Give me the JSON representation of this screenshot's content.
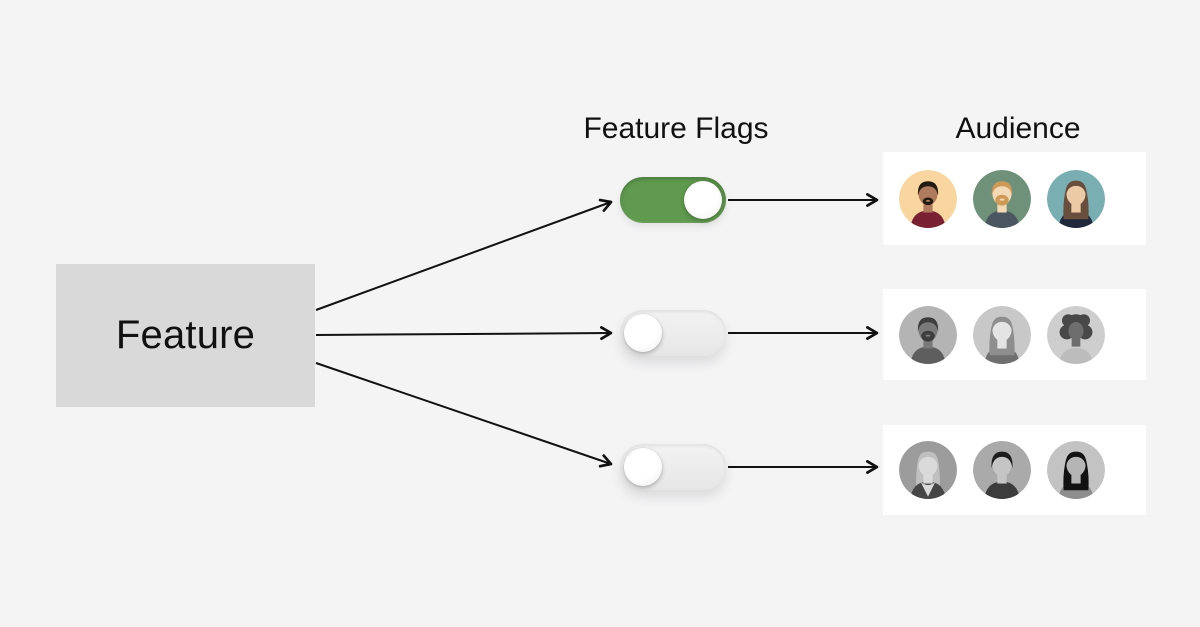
{
  "title": "Feature flags targeting diagram",
  "colors": {
    "background": "#f4f4f5",
    "feature_box_bg": "#d9d9d9",
    "toggle_on_green": "#5f9a4e",
    "toggle_off_track": "#ececec",
    "arrow": "#111111",
    "card_bg": "#ffffff",
    "text": "#111111"
  },
  "feature_box": {
    "label": "Feature"
  },
  "headers": {
    "feature_flags": "Feature Flags",
    "audience": "Audience"
  },
  "rows": [
    {
      "flag": {
        "state": "on"
      },
      "audience": [
        {
          "name": "avatar-man-goatee-color",
          "variant": "man-goatee",
          "colors": {
            "bg": "#f9d6a0",
            "skin": "#b07a5e",
            "hair": "#231a12",
            "shirt": "#7a2033"
          }
        },
        {
          "name": "avatar-man-beard-color",
          "variant": "man-beard",
          "colors": {
            "bg": "#6f9179",
            "skin": "#f3d9b5",
            "hair": "#cf9a57",
            "shirt": "#4c5661"
          }
        },
        {
          "name": "avatar-woman-long-color",
          "variant": "woman-long",
          "colors": {
            "bg": "#79aeb2",
            "skin": "#eccaa6",
            "hair": "#6a4e3d",
            "shirt": "#20293b"
          }
        }
      ]
    },
    {
      "flag": {
        "state": "off"
      },
      "audience": [
        {
          "name": "avatar-man-beard-gray",
          "variant": "man-beard",
          "colors": {
            "bg": "#b4b4b4",
            "skin": "#7a7a7a",
            "hair": "#3e3e3e",
            "shirt": "#5e5e5e"
          }
        },
        {
          "name": "avatar-woman-long-gray",
          "variant": "woman-long",
          "colors": {
            "bg": "#c8c8c8",
            "skin": "#e4e4e4",
            "hair": "#8e8e8e",
            "shirt": "#6f6f6f"
          }
        },
        {
          "name": "avatar-afro-gray",
          "variant": "afro",
          "colors": {
            "bg": "#cecece",
            "skin": "#6e6e6e",
            "hair": "#484848",
            "shirt": "#bcbcbc"
          }
        }
      ]
    },
    {
      "flag": {
        "state": "off"
      },
      "audience": [
        {
          "name": "avatar-woman-vneck-gray",
          "variant": "woman-vneck",
          "colors": {
            "bg": "#9c9c9c",
            "skin": "#dadada",
            "hair": "#c0c0c0",
            "shirt": "#464646"
          }
        },
        {
          "name": "avatar-man-plain-gray",
          "variant": "man-plain",
          "colors": {
            "bg": "#aaaaaa",
            "skin": "#c5c5c5",
            "hair": "#1d1d1d",
            "shirt": "#3c3c3c"
          }
        },
        {
          "name": "avatar-woman-long-dark",
          "variant": "woman-long",
          "colors": {
            "bg": "#c3c3c3",
            "skin": "#b5b5b5",
            "hair": "#121212",
            "shirt": "#8e8e8e"
          }
        }
      ]
    }
  ]
}
